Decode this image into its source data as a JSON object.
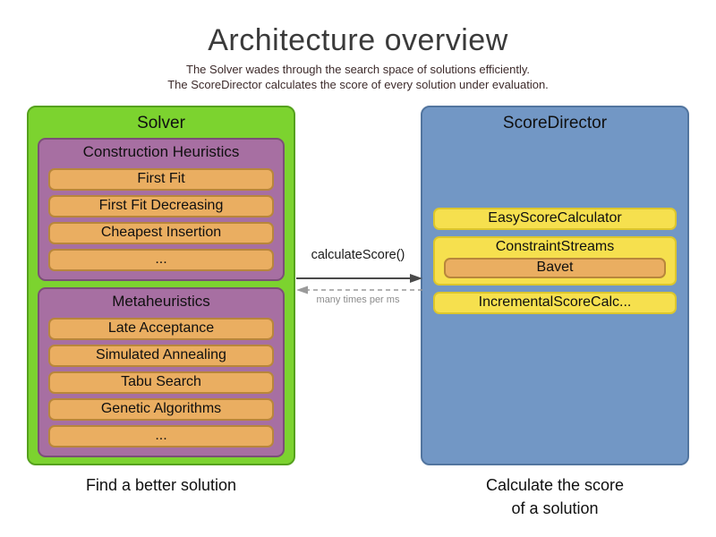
{
  "title": "Architecture overview",
  "subtitle1": "The Solver wades through the search space of solutions efficiently.",
  "subtitle2": "The ScoreDirector calculates the score of every solution under evaluation.",
  "solver": {
    "label": "Solver",
    "caption": "Find a better solution",
    "groups": [
      {
        "label": "Construction Heuristics",
        "items": [
          "First Fit",
          "First Fit Decreasing",
          "Cheapest Insertion",
          "..."
        ]
      },
      {
        "label": "Metaheuristics",
        "items": [
          "Late Acceptance",
          "Simulated Annealing",
          "Tabu Search",
          "Genetic Algorithms",
          "..."
        ]
      }
    ]
  },
  "score_director": {
    "label": "ScoreDirector",
    "items": [
      {
        "label": "EasyScoreCalculator"
      },
      {
        "label": "ConstraintStreams",
        "children": [
          "Bavet"
        ]
      },
      {
        "label": "IncrementalScoreCalc..."
      }
    ],
    "caption": [
      "Calculate the score",
      "of a solution"
    ]
  },
  "arrows": {
    "call_label": "calculateScore()",
    "frequency_label": "many times per ms"
  },
  "colors": {
    "solver_fill": "#7cd32f",
    "solver_border": "#55a11d",
    "group_fill": "#a76fa2",
    "group_border": "#7b4f77",
    "item_fill": "#eaae61",
    "item_border": "#b8863b",
    "score_director_fill": "#7297c5",
    "score_director_border": "#52759f",
    "calculator_fill": "#f6e04e",
    "calculator_border": "#dcc62c",
    "solid_arrow": "#4a4a4a",
    "dashed_arrow": "#9a9a9a"
  }
}
